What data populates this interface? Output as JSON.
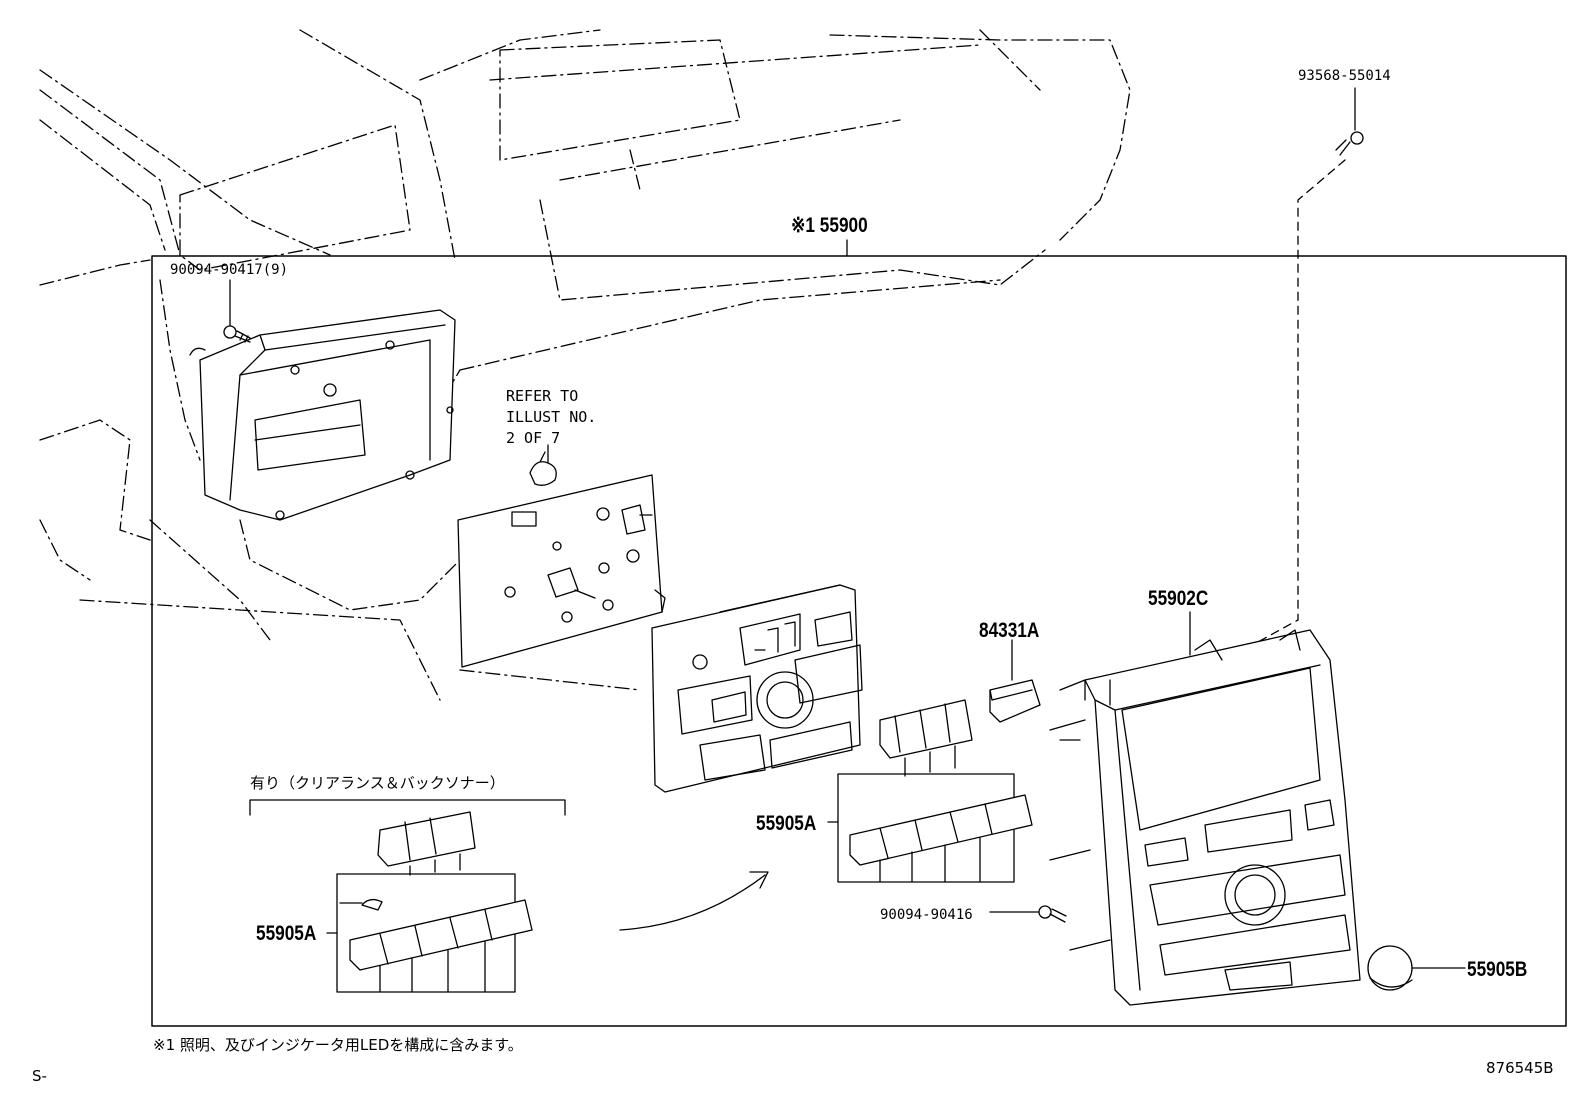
{
  "labels": {
    "part_93568": "93568-55014",
    "part_155900": "※1 55900",
    "part_90094_90417": "90094-90417(9)",
    "refer_line1": "REFER TO",
    "refer_line2": "ILLUST NO.",
    "refer_line3": "2 OF 7",
    "part_55902c": "55902C",
    "part_84331a": "84331A",
    "part_55905a_right": "55905A",
    "part_55905a_left": "55905A",
    "part_90094_90416": "90094-90416",
    "part_55905b": "55905B",
    "option_header": "有り（クリアランス＆バックソナー）",
    "footnote": "※1 照明、及びインジケータ用LEDを構成に含みます。",
    "page_code": "S-",
    "illustration_id": "876545B"
  }
}
